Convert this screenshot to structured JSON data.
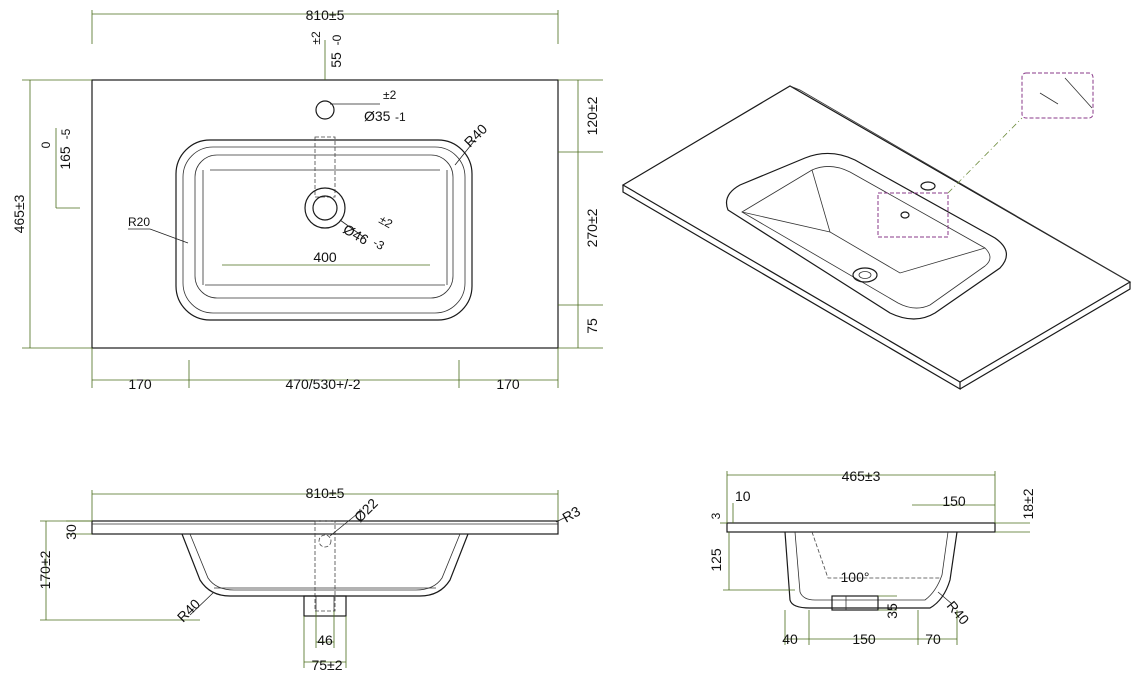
{
  "top_view": {
    "overall_width": "810±5",
    "overall_depth": "465±3",
    "tap_hole_offset": "55",
    "tap_hole_offset_tol_upper": "±2",
    "tap_hole_offset_tol_lower": "-0",
    "tap_hole_dia": "Ø35",
    "tap_hole_dia_tol_upper": "±2",
    "tap_hole_dia_tol_lower": "-1",
    "bowl_corner_radius": "R40",
    "inner_corner_radius": "R20",
    "drain_dia": "Ø46",
    "drain_dia_tol_upper": "±2",
    "drain_dia_tol_lower": "-3",
    "bowl_inner_width": "400",
    "back_rim": "120±2",
    "bowl_depth_span": "270±2",
    "front_rim": "75",
    "left_offset": "165",
    "left_offset_tol_upper": "0",
    "left_offset_tol_lower": "-5",
    "left_margin": "170",
    "bowl_width": "470/530+/-2",
    "right_margin": "170"
  },
  "front_view": {
    "overall_width": "810±5",
    "overflow_dia": "Ø22",
    "edge_radius": "R3",
    "top_thickness": "30",
    "overall_height": "170±2",
    "bottom_radius": "R40",
    "drain_width": "46",
    "drain_outer": "75±2"
  },
  "side_view": {
    "overall_depth": "465±3",
    "rear_offset": "10",
    "lip": "3",
    "drain_position": "150",
    "top_height": "18±2",
    "bowl_height": "125",
    "angle": "100°",
    "drain_height": "35",
    "bottom_radius": "R40",
    "front_offset": "40",
    "drain_span": "150",
    "back_offset": "70"
  }
}
